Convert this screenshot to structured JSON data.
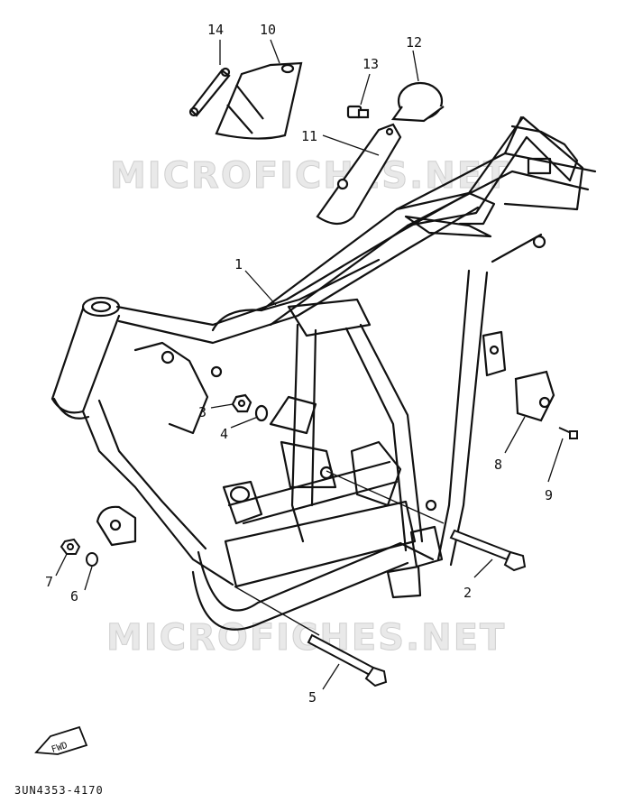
{
  "watermarks": {
    "top": "MICROFICHES.NET",
    "bottom": "MICROFICHES.NET"
  },
  "callouts": [
    {
      "id": "1",
      "label": "1",
      "part": "frame"
    },
    {
      "id": "2",
      "label": "2",
      "part": "long-bolt"
    },
    {
      "id": "3",
      "label": "3",
      "part": "nut"
    },
    {
      "id": "4",
      "label": "4",
      "part": "washer"
    },
    {
      "id": "5",
      "label": "5",
      "part": "lower-bolt"
    },
    {
      "id": "6",
      "label": "6",
      "part": "washer"
    },
    {
      "id": "7",
      "label": "7",
      "part": "nut"
    },
    {
      "id": "8",
      "label": "8",
      "part": "bracket"
    },
    {
      "id": "9",
      "label": "9",
      "part": "screw"
    },
    {
      "id": "10",
      "label": "10",
      "part": "cover"
    },
    {
      "id": "11",
      "label": "11",
      "part": "pipe"
    },
    {
      "id": "12",
      "label": "12",
      "part": "cap"
    },
    {
      "id": "13",
      "label": "13",
      "part": "bolt"
    },
    {
      "id": "14",
      "label": "14",
      "part": "strap"
    }
  ],
  "fwd_marker": {
    "label": "FWD",
    "icon": "fwd-arrow-icon"
  },
  "part_code": "3UN4353-4170"
}
